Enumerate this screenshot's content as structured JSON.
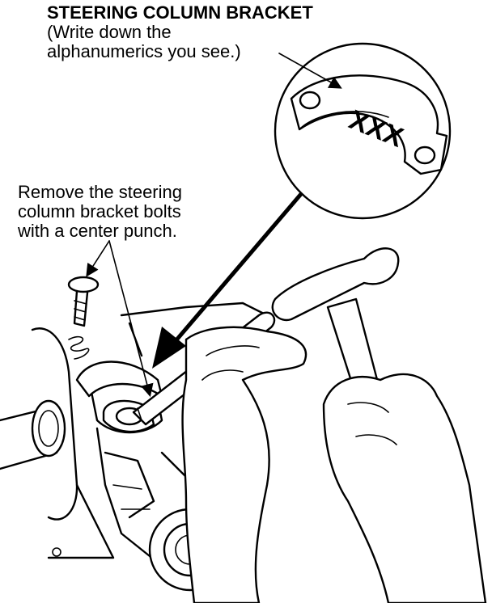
{
  "callout_title": "STEERING COLUMN BRACKET",
  "callout_note_line1": "(Write down the",
  "callout_note_line2": "alphanumerics you see.)",
  "bracket_marking": "XXX",
  "instruction_line1": "Remove the steering",
  "instruction_line2": "column bracket bolts",
  "instruction_line3": "with a center punch."
}
